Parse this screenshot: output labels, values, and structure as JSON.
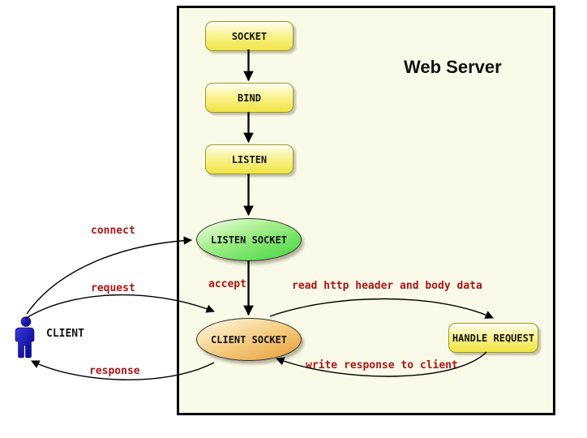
{
  "diagram": {
    "title": "Web Server",
    "nodes": {
      "socket": "SOCKET",
      "bind": "BIND",
      "listen": "LISTEN",
      "listen_socket": "LISTEN SOCKET",
      "client_socket": "CLIENT SOCKET",
      "handle_request": "HANDLE REQUEST",
      "client": "CLIENT"
    },
    "edge_labels": {
      "connect": "connect",
      "request": "request",
      "response": "response",
      "accept": "accept",
      "read_request": "read http header and body data",
      "write_response": "write response to client"
    },
    "icons": {
      "client": "client-person-icon"
    },
    "colors": {
      "server_background": "#FAFAE8",
      "server_border": "#000000",
      "process_box_fill": "#F0E443",
      "process_box_border": "#9C9A26",
      "listen_socket_fill": "#3DD43D",
      "client_socket_fill": "#E79C33",
      "client_figure_blue": "#1414A8",
      "edge_label_red": "#AB1616",
      "arrow_black": "#000000"
    }
  }
}
